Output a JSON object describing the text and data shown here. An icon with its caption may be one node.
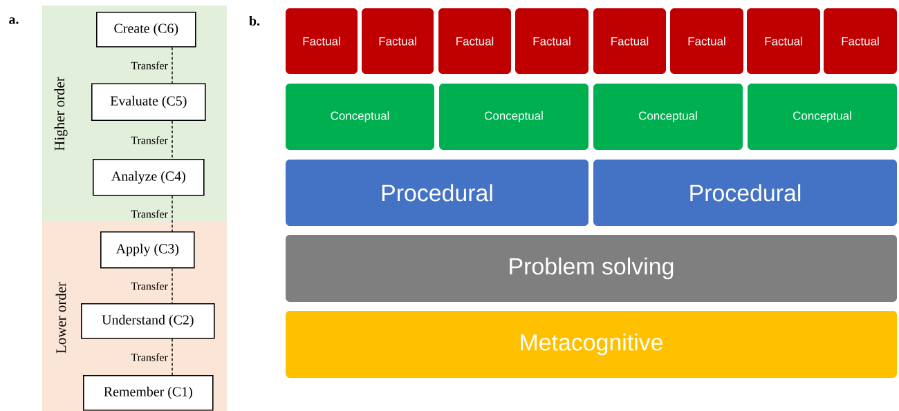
{
  "diagram": {
    "nodes": [
      {
        "text": [
          "Higher order"
        ]
      },
      {
        "text": [
          "Lower order"
        ]
      },
      {
        "text": [
          "Create (C6)"
        ],
        "in": 0
      },
      {
        "text": [
          "Evaluate (C5)"
        ],
        "in": 0
      },
      {
        "text": [
          "Analyze (C4)"
        ],
        "in": 0
      },
      {
        "text": [
          "Apply (C3)"
        ],
        "in": 1
      },
      {
        "text": [
          "Understand (C2)"
        ],
        "in": 1
      },
      {
        "text": [
          "Remember (C1)"
        ],
        "in": 1
      },
      {
        "text": [
          "Factual"
        ]
      },
      {
        "text": [
          "Factual"
        ]
      },
      {
        "text": [
          "Factual"
        ]
      },
      {
        "text": [
          "Factual"
        ]
      },
      {
        "text": [
          "Factual"
        ]
      },
      {
        "text": [
          "Factual"
        ]
      },
      {
        "text": [
          "Factual"
        ]
      },
      {
        "text": [
          "Factual"
        ]
      },
      {
        "text": [
          "Conceptual"
        ]
      },
      {
        "text": [
          "Conceptual"
        ]
      },
      {
        "text": [
          "Conceptual"
        ]
      },
      {
        "text": [
          "Conceptual"
        ]
      },
      {
        "text": [
          "Procedural"
        ]
      },
      {
        "text": [
          "Procedural"
        ]
      },
      {
        "text": [
          "Problem solving"
        ]
      },
      {
        "text": [
          "Metacognitive"
        ]
      }
    ],
    "edges": [
      {
        "from": 2,
        "to": 3,
        "arrow": "none",
        "style": "dashed",
        "label": "Transfer"
      },
      {
        "from": 3,
        "to": 4,
        "arrow": "none",
        "style": "dashed",
        "label": "Transfer"
      },
      {
        "from": 4,
        "to": 5,
        "arrow": "none",
        "style": "dashed",
        "label": "Transfer"
      },
      {
        "from": 5,
        "to": 6,
        "arrow": "none",
        "style": "dashed",
        "label": "Transfer"
      },
      {
        "from": 6,
        "to": 7,
        "arrow": "none",
        "style": "dashed",
        "label": "Transfer"
      }
    ],
    "labels": [
      "a.",
      "b."
    ]
  }
}
